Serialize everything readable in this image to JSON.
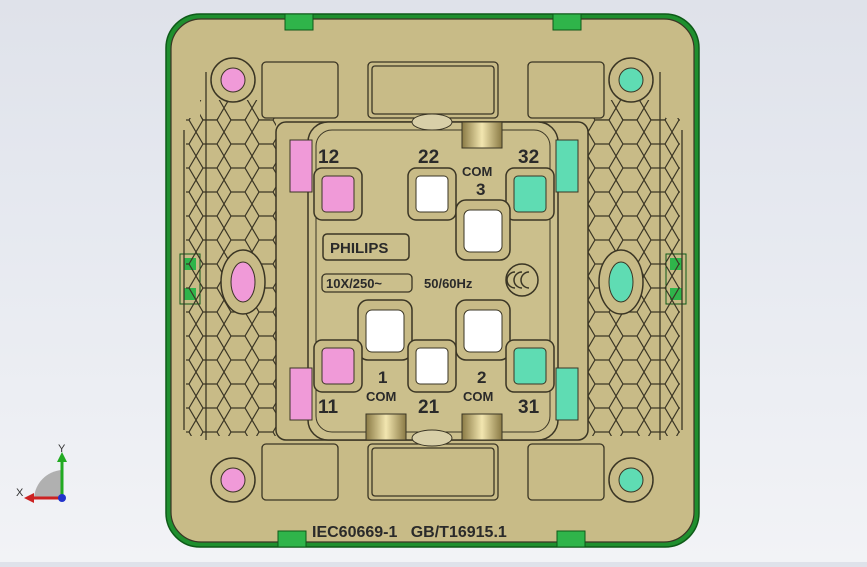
{
  "model": {
    "brand": "PHILIPS",
    "rating": "10X/250~",
    "frequency": "50/60Hz",
    "certification_mark": "CCC",
    "standards_footer": "IEC60669-1   GB/T16915.1",
    "terminals": {
      "t12": "12",
      "t22": "22",
      "t32": "32",
      "com3": "COM",
      "com3_num": "3",
      "t11": "11",
      "t21": "21",
      "t31": "31",
      "com1": "COM",
      "com1_num": "1",
      "com2": "COM",
      "com2_num": "2"
    }
  },
  "triad": {
    "x_label": "X",
    "y_label": "Y"
  },
  "colors": {
    "background_top": "#dfe2ea",
    "body_fill": "#c8bb87",
    "edge_green": "#1a8a2a",
    "pink": "#f09ad8",
    "teal": "#5fdcb3",
    "dark_outline": "#3a3524"
  }
}
